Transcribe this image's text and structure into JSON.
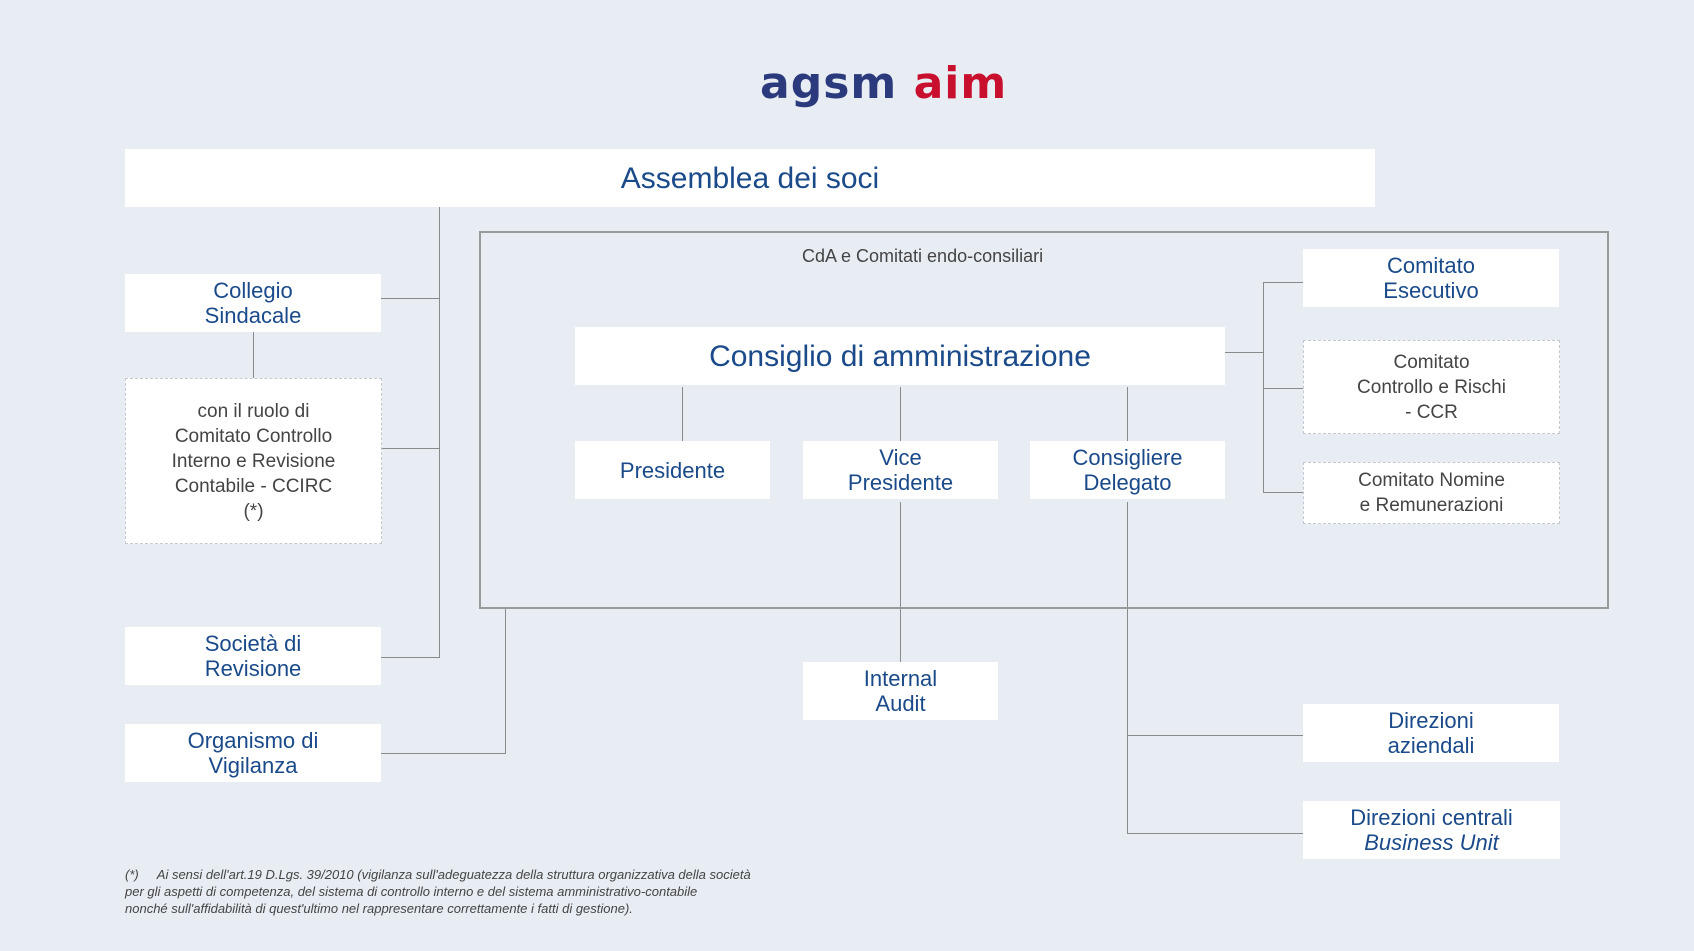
{
  "logo": {
    "part1": "agsm",
    "part2": "aim",
    "color1": "#2a3a7c",
    "color2": "#c8102e"
  },
  "colors": {
    "background": "#e8ecf3",
    "box": "#ffffff",
    "text": "#1a4a8a",
    "line": "#8a8a8a"
  },
  "assemblea": "Assemblea dei soci",
  "frame_label": "CdA e Comitati endo-consiliari",
  "left": {
    "collegio": [
      "Collegio",
      "Sindacale"
    ],
    "ccirc": [
      "con il ruolo di",
      "Comitato Controllo",
      "Interno e Revisione",
      "Contabile - CCIRC",
      "(*)"
    ],
    "societa": [
      "Società di",
      "Revisione"
    ],
    "organismo": [
      "Organismo di",
      "Vigilanza"
    ]
  },
  "cda": "Consiglio di amministrazione",
  "presidente": "Presidente",
  "vice": [
    "Vice",
    "Presidente"
  ],
  "consigliere": [
    "Consigliere",
    "Delegato"
  ],
  "comitati": {
    "esecutivo": [
      "Comitato",
      "Esecutivo"
    ],
    "ccr": [
      "Comitato",
      "Controllo e Rischi",
      "- CCR"
    ],
    "nomine": [
      "Comitato Nomine",
      "e Remunerazioni"
    ]
  },
  "internal_audit": [
    "Internal",
    "Audit"
  ],
  "direzioni_aziendali": [
    "Direzioni",
    "aziendali"
  ],
  "direzioni_centrali": [
    "Direzioni centrali",
    "Business Unit"
  ],
  "footnote": {
    "marker": "(*)",
    "line1": "Ai sensi dell'art.19 D.Lgs. 39/2010 (vigilanza sull'adeguatezza della struttura organizzativa della società",
    "line2": "per gli aspetti di competenza, del sistema di controllo interno e del sistema amministrativo-contabile",
    "line3": "nonché sull'affidabilità di quest'ultimo nel rappresentare correttamente i fatti di gestione)."
  }
}
